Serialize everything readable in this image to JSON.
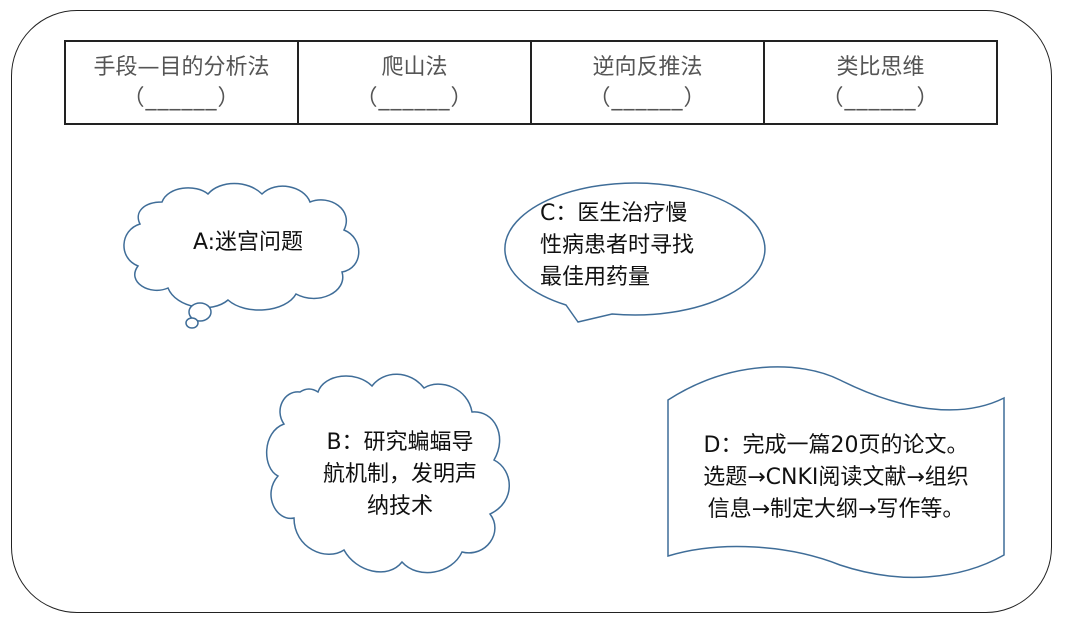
{
  "methods": [
    {
      "name": "手段—目的分析法",
      "blank": "（______）"
    },
    {
      "name": "爬山法",
      "blank": "（______）"
    },
    {
      "name": "逆向反推法",
      "blank": "（______）"
    },
    {
      "name": "类比思维",
      "blank": "（______）"
    }
  ],
  "problems": {
    "a": "A:迷宫问题",
    "b": "B：研究蝙蝠导\n航机制，发明声\n纳技术",
    "c": "C：医生治疗慢\n性病患者时寻找\n最佳用药量",
    "d": "D：完成一篇20页的论文。\n选题→CNKI阅读文献→组织\n信息→制定大纲→写作等。"
  },
  "colors": {
    "shape_stroke": "#3f6d98",
    "frame_stroke": "#222222",
    "method_text": "#555555"
  }
}
